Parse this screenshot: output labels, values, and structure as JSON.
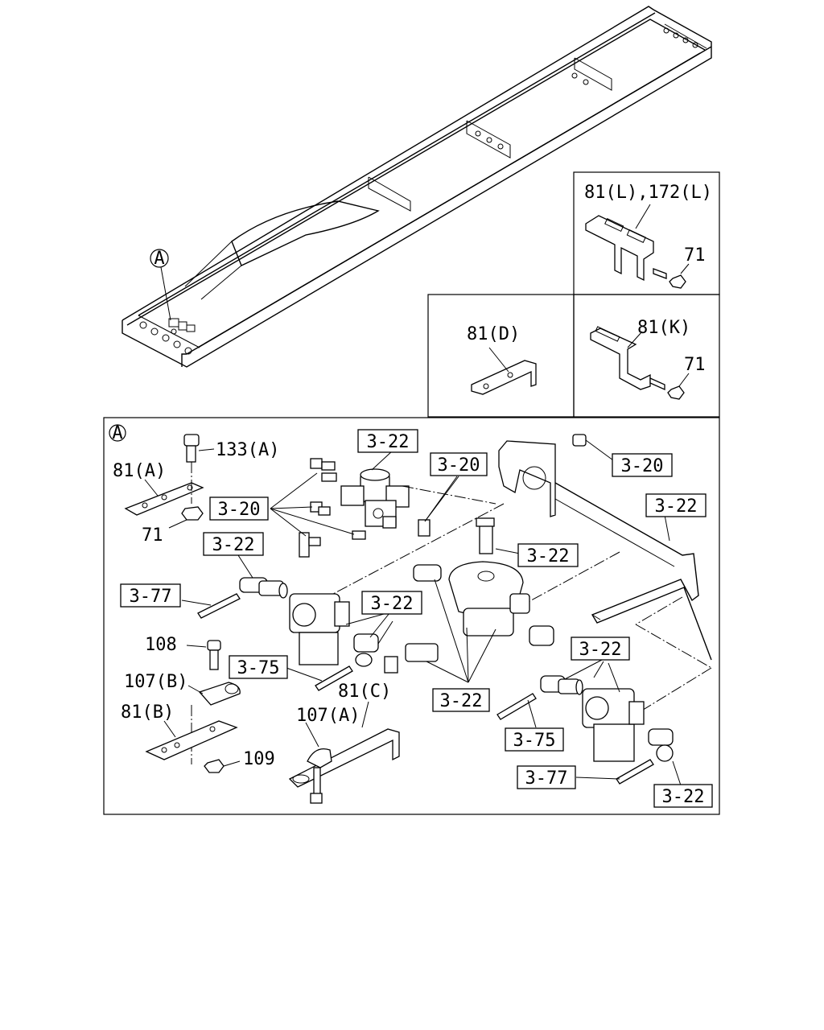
{
  "detail_marker": "A",
  "callouts": {
    "inset_top_right": "81(L),172(L)",
    "nut_71_a": "71",
    "inset_mid": "81(D)",
    "inset_right": "81(K)",
    "nut_71_b": "71",
    "bolt_133a": "133(A)",
    "bracket_81a": "81(A)",
    "nut_71_c": "71",
    "bolt_108": "108",
    "clamp_107b": "107(B)",
    "bracket_81b": "81(B)",
    "nut_109": "109",
    "bracket_81c": "81(C)",
    "clip_107a": "107(A)"
  },
  "ref_boxes": {
    "r1": "3-22",
    "r2": "3-20",
    "r3": "3-20",
    "r4": "3-20",
    "r5": "3-22",
    "r6": "3-22",
    "r7": "3-22",
    "r8": "3-77",
    "r9": "3-22",
    "r10": "3-75",
    "r11": "3-22",
    "r12": "3-22",
    "r13": "3-75",
    "r14": "3-77",
    "r15": "3-22"
  }
}
